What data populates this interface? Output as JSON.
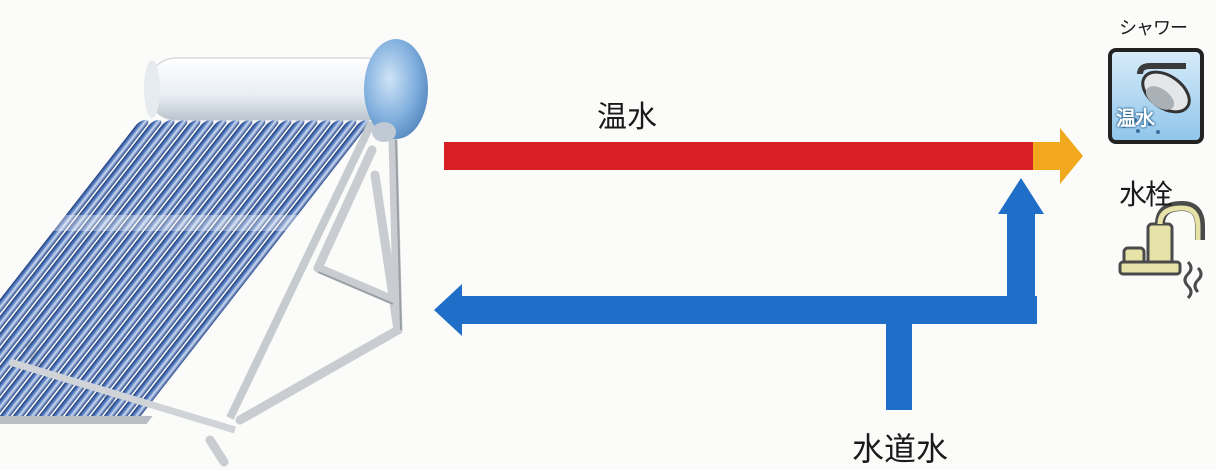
{
  "labels": {
    "hot_water": "温水",
    "tap_water": "水道水",
    "shower": "シャワー",
    "faucet": "水栓",
    "shower_icon_text": "温水"
  },
  "colors": {
    "hot_water": "#d81f26",
    "mix": "#f2a81d",
    "tap_water": "#1f6fc9"
  },
  "icons": [
    "solar-water-heater-illustration",
    "shower-icon",
    "faucet-icon"
  ]
}
